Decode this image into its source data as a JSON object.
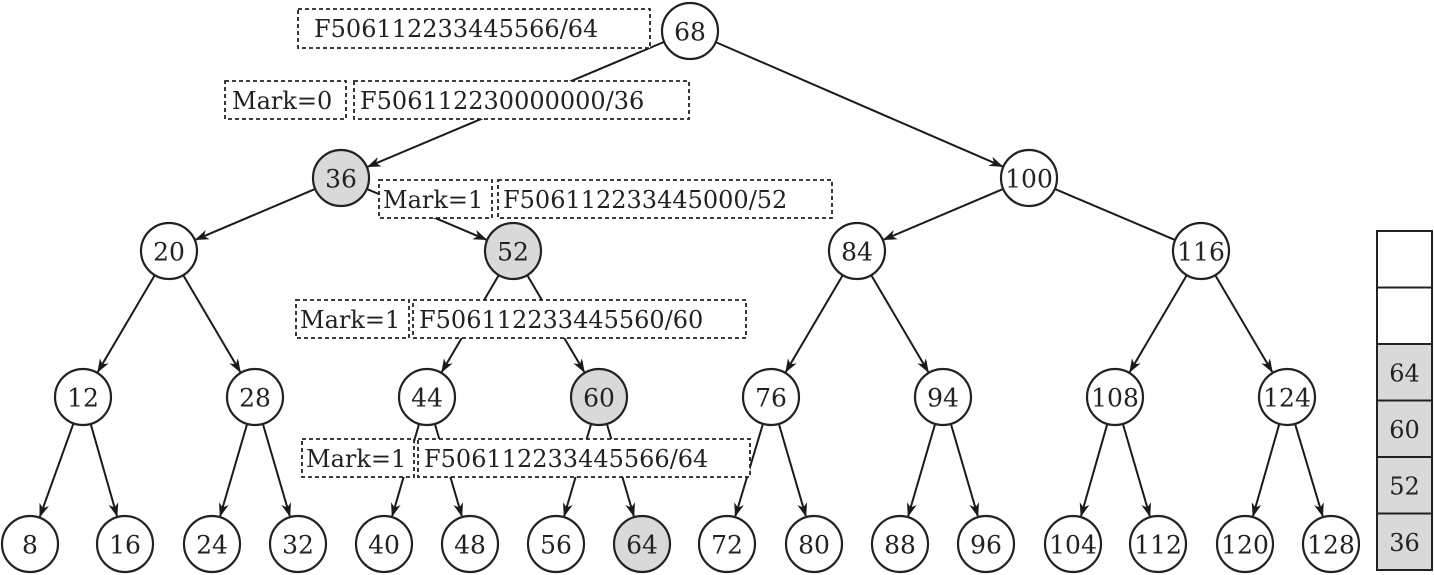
{
  "colors": {
    "highlight_fill": "#d9d9d9",
    "normal_fill": "#ffffff",
    "stroke": "#222222"
  },
  "tree": {
    "nodes": [
      {
        "id": "68",
        "label": "68",
        "highlighted": false
      },
      {
        "id": "36",
        "label": "36",
        "highlighted": true
      },
      {
        "id": "100",
        "label": "100",
        "highlighted": false
      },
      {
        "id": "20",
        "label": "20",
        "highlighted": false
      },
      {
        "id": "52",
        "label": "52",
        "highlighted": true
      },
      {
        "id": "84",
        "label": "84",
        "highlighted": false
      },
      {
        "id": "116",
        "label": "116",
        "highlighted": false
      },
      {
        "id": "12",
        "label": "12",
        "highlighted": false
      },
      {
        "id": "28",
        "label": "28",
        "highlighted": false
      },
      {
        "id": "44",
        "label": "44",
        "highlighted": false
      },
      {
        "id": "60",
        "label": "60",
        "highlighted": true
      },
      {
        "id": "76",
        "label": "76",
        "highlighted": false
      },
      {
        "id": "94",
        "label": "94",
        "highlighted": false
      },
      {
        "id": "108",
        "label": "108",
        "highlighted": false
      },
      {
        "id": "124",
        "label": "124",
        "highlighted": false
      },
      {
        "id": "8",
        "label": "8",
        "highlighted": false
      },
      {
        "id": "16",
        "label": "16",
        "highlighted": false
      },
      {
        "id": "24",
        "label": "24",
        "highlighted": false
      },
      {
        "id": "32",
        "label": "32",
        "highlighted": false
      },
      {
        "id": "40",
        "label": "40",
        "highlighted": false
      },
      {
        "id": "48",
        "label": "48",
        "highlighted": false
      },
      {
        "id": "56",
        "label": "56",
        "highlighted": false
      },
      {
        "id": "64",
        "label": "64",
        "highlighted": true
      },
      {
        "id": "72",
        "label": "72",
        "highlighted": false
      },
      {
        "id": "80",
        "label": "80",
        "highlighted": false
      },
      {
        "id": "88",
        "label": "88",
        "highlighted": false
      },
      {
        "id": "96",
        "label": "96",
        "highlighted": false
      },
      {
        "id": "104",
        "label": "104",
        "highlighted": false
      },
      {
        "id": "112",
        "label": "112",
        "highlighted": false
      },
      {
        "id": "120",
        "label": "120",
        "highlighted": false
      },
      {
        "id": "128",
        "label": "128",
        "highlighted": false
      }
    ],
    "edges": [
      {
        "from": "68",
        "to": "36",
        "arrow": true
      },
      {
        "from": "68",
        "to": "100",
        "arrow": true
      },
      {
        "from": "36",
        "to": "20",
        "arrow": true
      },
      {
        "from": "36",
        "to": "52",
        "arrow": true
      },
      {
        "from": "100",
        "to": "84",
        "arrow": true
      },
      {
        "from": "100",
        "to": "116",
        "arrow": false
      },
      {
        "from": "20",
        "to": "12",
        "arrow": true
      },
      {
        "from": "20",
        "to": "28",
        "arrow": true
      },
      {
        "from": "52",
        "to": "44",
        "arrow": true
      },
      {
        "from": "52",
        "to": "60",
        "arrow": true
      },
      {
        "from": "84",
        "to": "76",
        "arrow": true
      },
      {
        "from": "84",
        "to": "94",
        "arrow": true
      },
      {
        "from": "116",
        "to": "108",
        "arrow": true
      },
      {
        "from": "116",
        "to": "124",
        "arrow": true
      },
      {
        "from": "12",
        "to": "8",
        "arrow": true
      },
      {
        "from": "12",
        "to": "16",
        "arrow": true
      },
      {
        "from": "28",
        "to": "24",
        "arrow": true
      },
      {
        "from": "28",
        "to": "32",
        "arrow": true
      },
      {
        "from": "44",
        "to": "40",
        "arrow": true
      },
      {
        "from": "44",
        "to": "48",
        "arrow": true
      },
      {
        "from": "60",
        "to": "56",
        "arrow": true
      },
      {
        "from": "60",
        "to": "64",
        "arrow": true
      },
      {
        "from": "76",
        "to": "72",
        "arrow": true
      },
      {
        "from": "76",
        "to": "80",
        "arrow": true
      },
      {
        "from": "94",
        "to": "88",
        "arrow": true
      },
      {
        "from": "94",
        "to": "96",
        "arrow": true
      },
      {
        "from": "108",
        "to": "104",
        "arrow": true
      },
      {
        "from": "108",
        "to": "112",
        "arrow": true
      },
      {
        "from": "124",
        "to": "120",
        "arrow": true
      },
      {
        "from": "124",
        "to": "128",
        "arrow": true
      }
    ]
  },
  "annotations": [
    {
      "node": "68",
      "mark": null,
      "key": "F506112233445566/64"
    },
    {
      "node": "36",
      "mark": "Mark=0",
      "key": "F506112230000000/36"
    },
    {
      "node": "52",
      "mark": "Mark=1",
      "key": "F506112233445000/52"
    },
    {
      "node": "60",
      "mark": "Mark=1",
      "key": "F506112233445560/60"
    },
    {
      "node": "64",
      "mark": "Mark=1",
      "key": "F506112233445566/64"
    }
  ],
  "stack": {
    "cells_top_to_bottom": [
      "",
      "",
      "64",
      "60",
      "52",
      "36"
    ]
  }
}
